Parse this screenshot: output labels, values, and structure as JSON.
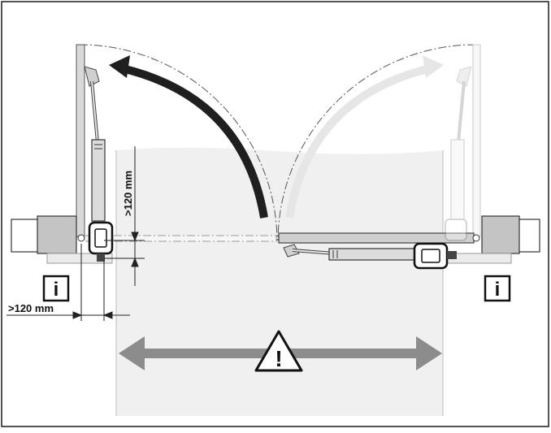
{
  "diagram": {
    "labels": {
      "clearance_vertical": ">120 mm",
      "clearance_horizontal": ">120 mm"
    },
    "icons": {
      "info_left": "info-icon",
      "info_right": "info-icon",
      "warning": "warning-triangle-icon"
    },
    "glyphs": {
      "info": "i",
      "warning": "!"
    },
    "colors": {
      "outline": "#1a1a1a",
      "panel": "#d9d9d9",
      "gate": "#efefef",
      "driveway": "#f0f0f0",
      "gray_arrow": "#8c8c8c",
      "dark_arrow": "#1f1f1f",
      "ghost_arrow": "#e6e6e6"
    }
  }
}
